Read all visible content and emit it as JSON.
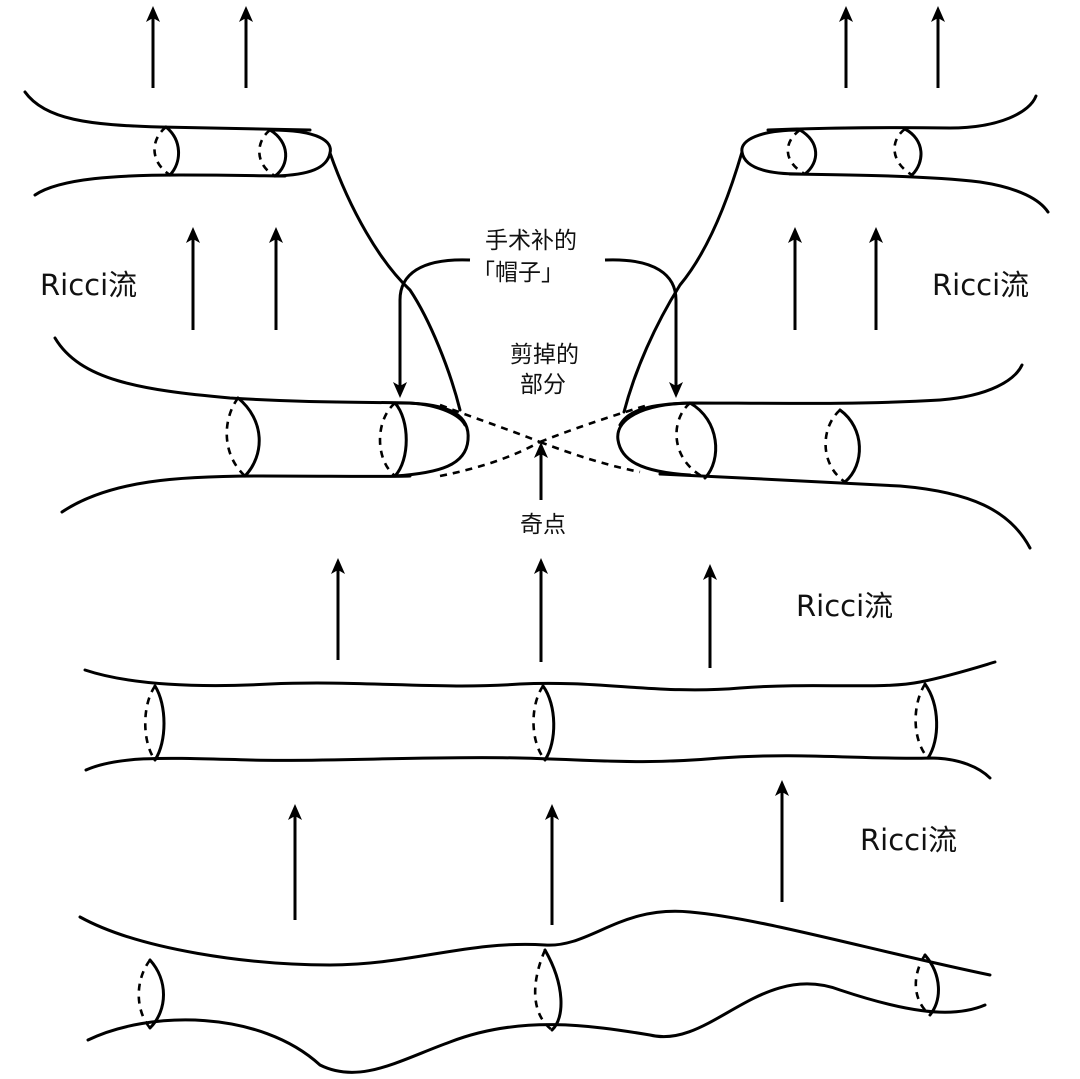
{
  "labels": {
    "ricci_flow": "Ricci流",
    "surgery_cap_line1": "手术补的",
    "surgery_cap_line2": "「帽子」",
    "cut_part_line1": "剪掉的",
    "cut_part_line2": "部分",
    "singularity": "奇点"
  },
  "colors": {
    "stroke": "#000000",
    "text": "#111111",
    "background": "#ffffff"
  }
}
